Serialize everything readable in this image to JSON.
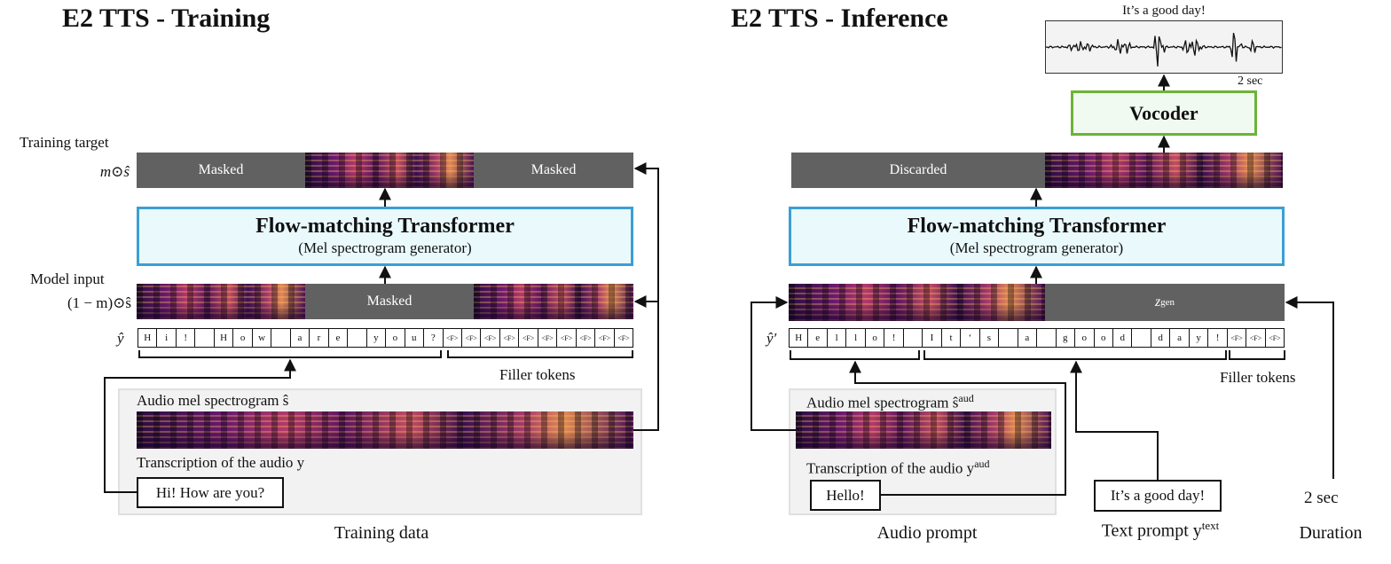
{
  "training": {
    "title": "E2 TTS - Training",
    "target_label": "Training target",
    "target_math": "m⊙ŝ",
    "target_masked_left": "Masked",
    "target_masked_right": "Masked",
    "fm_title": "Flow-matching Transformer",
    "fm_subtitle": "(Mel spectrogram generator)",
    "input_label": "Model input",
    "input_math": "(1 − m)⊙ŝ",
    "input_masked": "Masked",
    "token_symbol": "ŷ",
    "tokens": [
      "H",
      "i",
      "!",
      "",
      "H",
      "o",
      "w",
      "",
      "a",
      "r",
      "e",
      "",
      "y",
      "o",
      "u",
      "?"
    ],
    "filler_tokens": [
      "<F>",
      "<F>",
      "<F>",
      "<F>",
      "<F>",
      "<F>",
      "<F>",
      "<F>",
      "<F>",
      "<F>"
    ],
    "filler_label": "Filler tokens",
    "audio_label": "Audio mel spectrogram ŝ",
    "transcription_label": "Transcription of the audio y",
    "transcription_text": "Hi! How are you?",
    "caption": "Training data"
  },
  "inference": {
    "title": "E2 TTS - Inference",
    "wave_title": "It’s a good day!",
    "wave_duration": "2 sec",
    "vocoder": "Vocoder",
    "discarded": "Discarded",
    "fm_title": "Flow-matching Transformer",
    "fm_subtitle": "(Mel spectrogram generator)",
    "zgen": "z",
    "zgen_sup": "gen",
    "token_symbol": "ŷ′",
    "tokens": [
      "H",
      "e",
      "l",
      "l",
      "o",
      "!",
      "",
      "I",
      "t",
      "‘",
      "s",
      "",
      "a",
      "",
      "g",
      "o",
      "o",
      "d",
      "",
      "d",
      "a",
      "y",
      "!"
    ],
    "filler_tokens": [
      "<F>",
      "<F>",
      "<F>"
    ],
    "filler_label": "Filler tokens",
    "audio_label": "Audio mel spectrogram ŝ",
    "audio_sup": "aud",
    "transcription_label": "Transcription of the audio y",
    "transcription_sup": "aud",
    "transcription_text": "Hello!",
    "text_prompt": "It’s a good day!",
    "duration_value": "2 sec",
    "caption_audio": "Audio prompt",
    "caption_text": "Text prompt y",
    "caption_text_sup": "text",
    "caption_duration": "Duration"
  },
  "colors": {
    "masked_gray": "#616161",
    "fm_border": "#3a9fd6",
    "fm_fill": "#eafafc",
    "vocoder_border": "#6bb437",
    "panel_fill": "#f2f2f2"
  }
}
